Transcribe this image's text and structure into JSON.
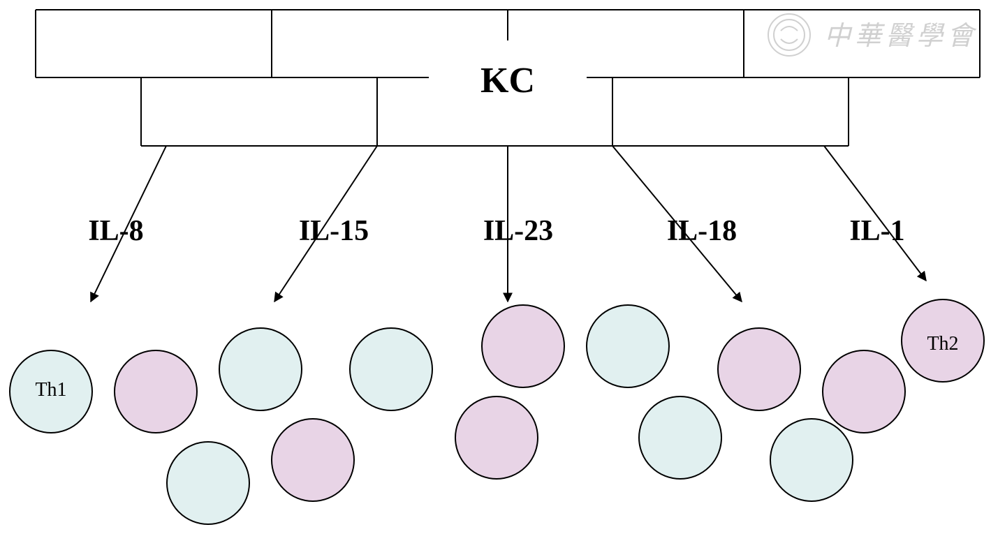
{
  "diagram": {
    "source_label": "KC",
    "cytokines": [
      "IL-8",
      "IL-15",
      "IL-23",
      "IL-18",
      "IL-1"
    ],
    "cell_labels": {
      "th1": "Th1",
      "th2": "Th2"
    },
    "watermark_text": "中華醫學會",
    "colors": {
      "th1_fill": "#e1f0f0",
      "th2_fill": "#e8d4e6",
      "stroke": "#000000",
      "watermark": "#d0d0d0"
    }
  }
}
